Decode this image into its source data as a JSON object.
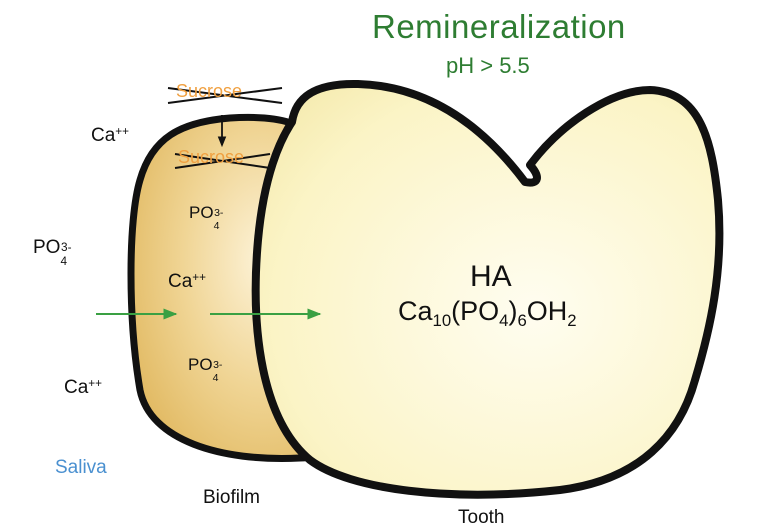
{
  "colors": {
    "title_green": "#2e7d32",
    "saliva_blue": "#4a90d0",
    "sucrose_orange": "#f0a040",
    "arrow_green": "#3aa043",
    "biofilm_fill": "#e9c777",
    "tooth_fill": "#fbf4c8",
    "outline": "#111111"
  },
  "title": "Remineralization",
  "condition": "pH > 5.5",
  "sucrose": [
    "Sucrose",
    "Sucrose"
  ],
  "ions": {
    "ca": "Ca",
    "ca_charge": "++",
    "po": "PO",
    "po_sub": "4",
    "po_charge": "3-"
  },
  "tooth": {
    "mineral": "HA",
    "formula": {
      "ca": "Ca",
      "ca_sub": "10",
      "open": "(PO",
      "po_sub": "4",
      "close": ")",
      "close_sub": "6",
      "oh": "OH",
      "oh_sub": "2"
    }
  },
  "labels": {
    "saliva": "Saliva",
    "biofilm": "Biofilm",
    "tooth": "Tooth"
  },
  "icons": [
    "cross-out-icon",
    "down-arrow-icon",
    "right-arrow-icon"
  ]
}
